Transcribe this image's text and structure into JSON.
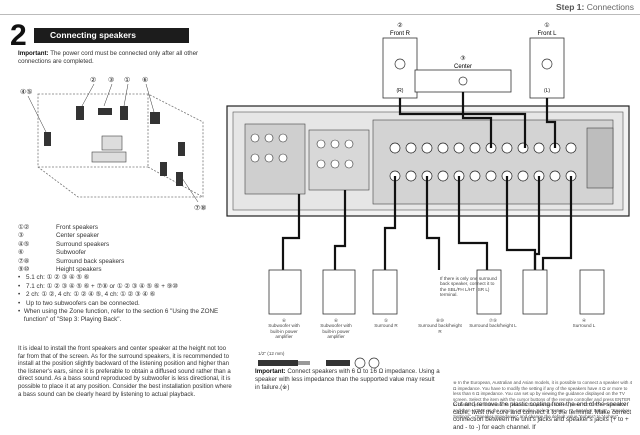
{
  "header": {
    "step_label": "Step 1:",
    "step_title": "Connections"
  },
  "section": {
    "number": "2",
    "title": "Connecting speakers"
  },
  "important_top": {
    "label": "Important:",
    "text": "The power cord must be connected only after all other connections are completed."
  },
  "room_callouts": [
    "②",
    "③",
    "⑥",
    "①",
    "⑦⑧",
    "④⑤"
  ],
  "legend": [
    {
      "num": "①②",
      "text": "Front speakers"
    },
    {
      "num": "③",
      "text": "Center speaker"
    },
    {
      "num": "④⑤",
      "text": "Surround speakers"
    },
    {
      "num": "⑥",
      "text": "Subwoofer"
    },
    {
      "num": "⑦⑧",
      "text": "Surround back speakers"
    },
    {
      "num": "⑨⑩",
      "text": "Height speakers"
    }
  ],
  "bullets": [
    "5.1 ch: ① ② ③ ④ ⑤ ⑥",
    "7.1 ch: ① ② ③ ④ ⑤ ⑥ + ⑦⑧ or ① ② ③ ④ ⑤ ⑥ + ⑨⑩",
    "2 ch: ① ②, 4 ch: ① ② ④ ⑤, 4 ch: ① ② ③ ④ ⑥",
    "Up to two subwoofers can be connected.",
    "When using the Zone function, refer to the section 6 \"Using the ZONE function\" of \"Step 3: Playing Back\"."
  ],
  "paragraph": "It is ideal to install the front speakers and center speaker at the height not too far from that of the screen. As for the surround speakers, it is recommended to install at the position slightly backward of the listening position and higher than the listener's ears, since it is preferable to obtain a diffused sound rather than a direct sound. As a bass sound reproduced by subwoofer is less directional, it is possible to place it at any position. Consider the best installation position where a bass sound can be clearly heard by listening to actual playback.",
  "top_speakers": [
    {
      "id": "front-r",
      "num": "②",
      "label": "Front R"
    },
    {
      "id": "center",
      "num": "③",
      "label": "Center"
    },
    {
      "id": "front-l",
      "num": "①",
      "label": "Front L"
    }
  ],
  "bottom_speakers": [
    {
      "id": "sub1",
      "num": "⑥",
      "label": "Subwoofer with built-in power amplifier"
    },
    {
      "id": "sub2",
      "num": "⑥",
      "label": "Subwoofer with built-in power amplifier"
    },
    {
      "id": "surr-r",
      "num": "⑤",
      "label": "Surround R"
    },
    {
      "id": "sb-r",
      "num": "⑧⑩",
      "label": "Surround back/height R"
    },
    {
      "id": "sb-l",
      "num": "⑦⑨",
      "label": "Surround back/height L"
    },
    {
      "id": "surr-l",
      "num": "④",
      "label": "Surround L"
    }
  ],
  "surround_back_note": "If there is only one surround back speaker, connect it to the SBL/FH L/HT (SR L) terminal.",
  "cable_label": "1/2\" (12 mm)",
  "important_bottom": {
    "label": "Important:",
    "text": "Connect speakers with 6 Ω to 16 Ω impedance. Using a speaker with less impedance than the supported value may result in failure.(※)"
  },
  "footnote": "※ In the European, Australian and Asian models, it is possible to connect a speaker with 4 Ω impedance. You have to modify the setting if any of the speakers have 4 Ω or more to less than 6 Ω impedance. You can set up by viewing the guidance displayed on the TV screen. Select the item with the cursor buttons of the remote controller and press ENTER to confirm your selection. To return to the previous screen, press RETURN. Press RCV and then HOME on the remote controller. Select \"Setup\" - \"2. Speaker Setup\" - \"Speaker Settings\" - \"Speaker Impedance\" and change the default value \"6ohms\" to \"4ohms\".",
  "cut_instructions": "Cut and remove the plastic coating from the end of the speaker cable, twist the core and connect it to the terminal. Make correct connection between the unit's jacks and speaker's jacks (+ to + and - to -) for each channel. If"
}
